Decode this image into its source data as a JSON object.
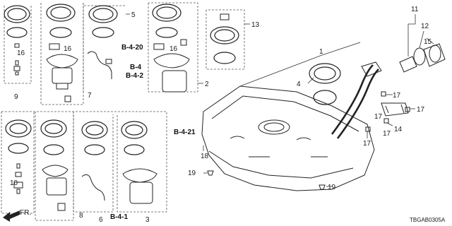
{
  "diagram": {
    "part_numbers": [
      "1",
      "2",
      "3",
      "4",
      "5",
      "6",
      "7",
      "8",
      "9",
      "10",
      "11",
      "12",
      "13",
      "14",
      "15",
      "16",
      "16",
      "16",
      "17",
      "17",
      "17",
      "17",
      "17",
      "18",
      "19",
      "19"
    ],
    "refs": {
      "b420": "B-4-20",
      "b4": "B-4",
      "b42": "B-4-2",
      "b421": "B-4-21",
      "b41": "B-4-1"
    },
    "direction_label": "FR.",
    "diagram_code": "TBGAB0305A"
  }
}
